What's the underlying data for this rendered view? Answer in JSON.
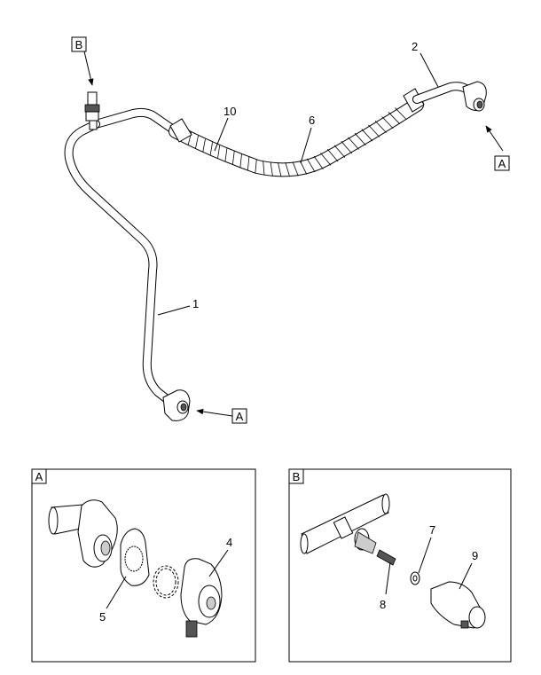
{
  "callouts": {
    "top_b": "B",
    "right_a": "A",
    "bottom_a": "A",
    "part_1": "1",
    "part_2": "2",
    "part_6": "6",
    "part_10": "10"
  },
  "detail_a": {
    "title": "A",
    "part_4": "4",
    "part_5": "5"
  },
  "detail_b": {
    "title": "B",
    "part_7": "7",
    "part_8": "8",
    "part_9": "9"
  }
}
